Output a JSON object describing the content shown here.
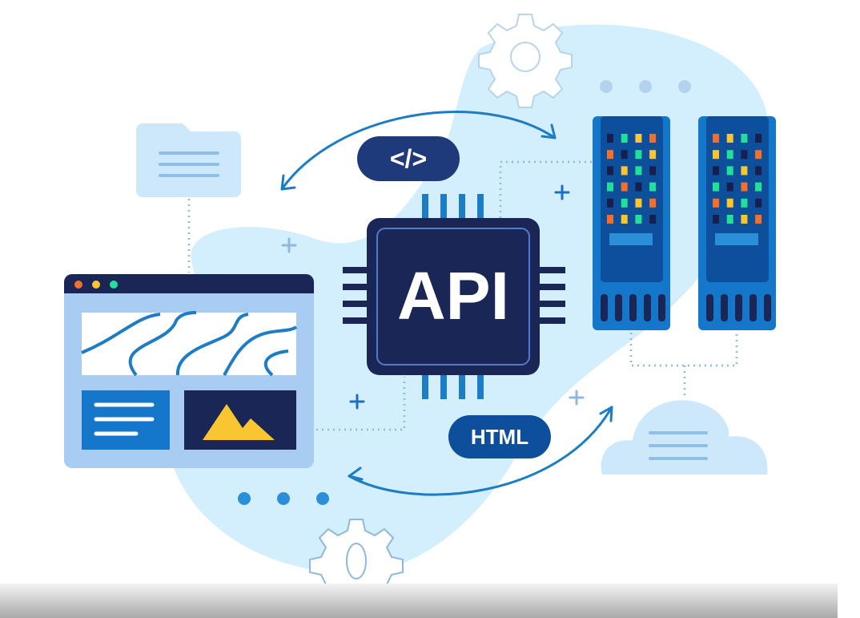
{
  "labels": {
    "code_badge": "</>",
    "chip": "API",
    "html_badge": "HTML"
  },
  "colors": {
    "blob": "#d3eefc",
    "navy": "#1a2656",
    "blue": "#1577c9",
    "dark_blue": "#0d4f9a",
    "accent": "#2a8fd8",
    "green": "#22e09a",
    "yellow": "#f9c531",
    "orange": "#f2702b",
    "led_off": "#16204f"
  },
  "servers": [
    {
      "leds": [
        [
          "n",
          "g",
          "y",
          "o"
        ],
        [
          "o",
          "n",
          "g",
          "y"
        ],
        [
          "n",
          "y",
          "g",
          "n"
        ],
        [
          "g",
          "o",
          "n",
          "g"
        ],
        [
          "n",
          "g",
          "y",
          "o"
        ],
        [
          "o",
          "y",
          "g",
          "n"
        ]
      ]
    },
    {
      "leds": [
        [
          "o",
          "y",
          "g",
          "n"
        ],
        [
          "y",
          "g",
          "n",
          "o"
        ],
        [
          "n",
          "g",
          "y",
          "n"
        ],
        [
          "g",
          "n",
          "o",
          "g"
        ],
        [
          "o",
          "y",
          "g",
          "n"
        ],
        [
          "n",
          "g",
          "y",
          "o"
        ]
      ]
    }
  ]
}
